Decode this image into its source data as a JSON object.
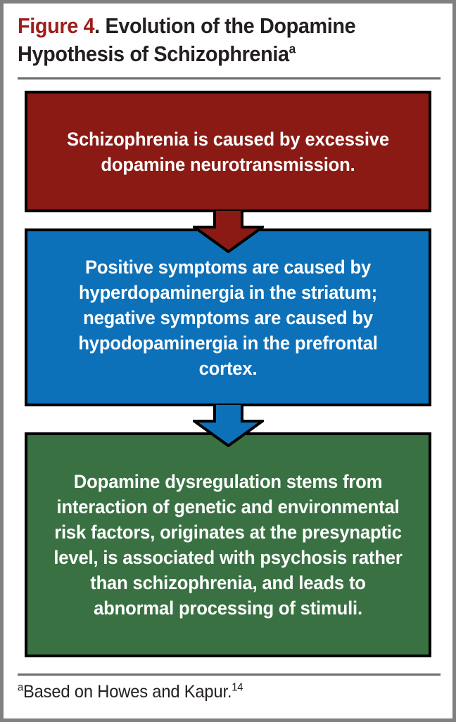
{
  "figure": {
    "label": "Figure 4",
    "title_separator": ". ",
    "title": "Evolution of the Dopamine Hypothesis of Schizophrenia",
    "title_footnote_marker": "a"
  },
  "flow": {
    "boxes": [
      {
        "id": "hypothesis-1",
        "text": "Schizophrenia is caused by excessive dopamine neurotransmission.",
        "color": "#8b1a14",
        "text_color": "#ffffff",
        "border_color": "#000000"
      },
      {
        "id": "hypothesis-2",
        "text": "Positive symptoms are caused by hyperdopaminergia in the striatum; negative symptoms are caused by hypodopaminergia in the prefrontal cortex.",
        "color": "#0d71b9",
        "text_color": "#ffffff",
        "border_color": "#000000"
      },
      {
        "id": "hypothesis-3",
        "text": "Dopamine dysregulation stems from interaction of genetic and environmental risk factors, originates at the presynaptic level, is associated with psychosis rather than schizophrenia, and leads to abnormal processing of stimuli.",
        "color": "#3a7143",
        "text_color": "#ffffff",
        "border_color": "#000000"
      }
    ],
    "arrows": [
      {
        "id": "arrow-1",
        "direction": "down",
        "color": "#8b1a14",
        "from": "hypothesis-1",
        "to": "hypothesis-2"
      },
      {
        "id": "arrow-2",
        "direction": "down",
        "color": "#0d71b9",
        "from": "hypothesis-2",
        "to": "hypothesis-3"
      }
    ]
  },
  "footnote": {
    "marker": "a",
    "text": "Based on Howes and Kapur.",
    "reference": "14"
  },
  "colors": {
    "frame": "#808080",
    "page": "#ffffff",
    "figure_label": "#9c1f1b",
    "title_text": "#231f20",
    "rule": "#6d6e71"
  }
}
